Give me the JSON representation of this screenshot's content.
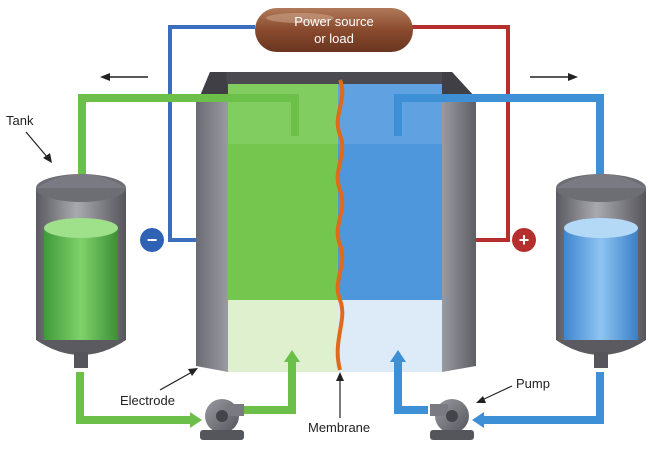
{
  "labels": {
    "power_line1": "Power source",
    "power_line2": "or load",
    "tank": "Tank",
    "electrode": "Electrode",
    "membrane": "Membrane",
    "pump": "Pump",
    "minus": "−",
    "plus": "+"
  },
  "colors": {
    "green_flow": "#6cc04a",
    "blue_flow": "#3d8fd6",
    "wire_blue": "#3a6fc0",
    "wire_red": "#b52f2f",
    "membrane": "#e06a1a",
    "power_body": "#8a4a2e"
  }
}
